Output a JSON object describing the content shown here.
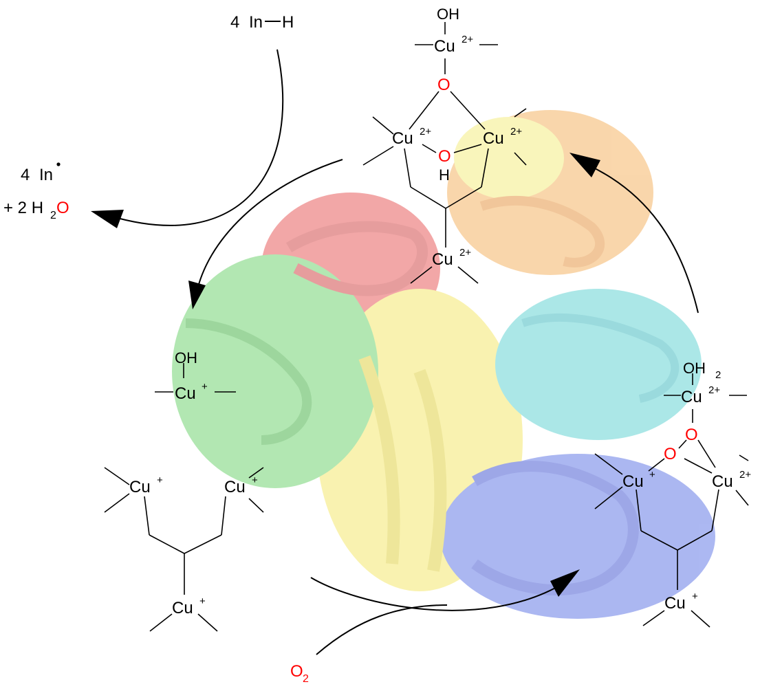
{
  "colors": {
    "bond": "#000000",
    "oxygen": "#ff0000",
    "text": "#000000",
    "ribbon_red": "#e02020",
    "ribbon_orange": "#f08a20",
    "ribbon_yellow": "#f2e030",
    "ribbon_green": "#30c030",
    "ribbon_cyan": "#20c0c0",
    "ribbon_blue": "#2040e0"
  },
  "reagents": {
    "in_h_count": "4",
    "in_h": "In",
    "in_h_h": "H",
    "in_rad_count": "4",
    "in_rad": "In",
    "water_prefix": "+ 2 H",
    "water_sub": "2",
    "water_o": "O",
    "o2_o": "O",
    "o2_sub": "2"
  },
  "labels": {
    "cu": "Cu",
    "charge_2plus": "2+",
    "charge_plus": "+",
    "o": "O",
    "h": "H",
    "oh": "OH",
    "oh2_o": "OH",
    "oh2_sub": "2"
  }
}
